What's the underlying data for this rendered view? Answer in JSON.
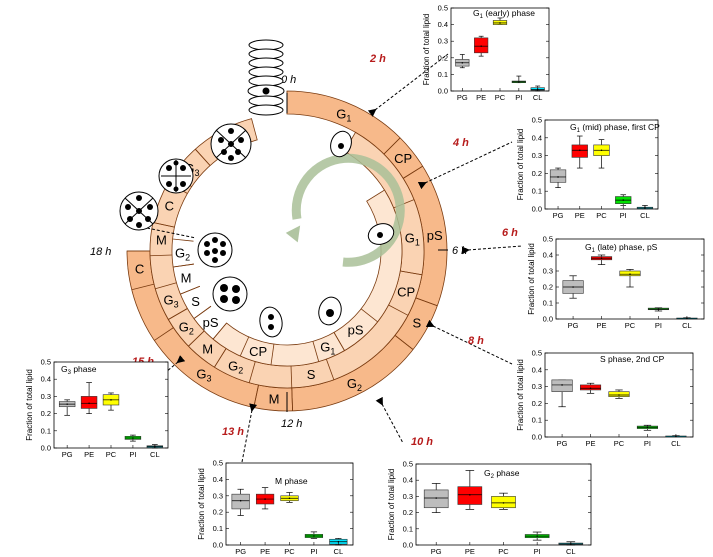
{
  "colors": {
    "outer_ring": "#f7b98a",
    "middle_ring": "#fad3b3",
    "inner_ring": "#fde6d2",
    "ring_stroke": "#7a3b10",
    "arrow": "#a9bf98",
    "time_label": "#b71c1c",
    "PG": "#bdbdbd",
    "PE": "#ff0000",
    "PC": "#ffff00",
    "PI": "#00e000",
    "CL": "#00e5ff"
  },
  "cycle_labels": {
    "t0": "0 h",
    "t6": "6 h",
    "t12": "12 h",
    "t18": "18 h"
  },
  "outer_ring": [
    "G1",
    "CP",
    "pS",
    "S",
    "G2",
    "M",
    "G3",
    "C"
  ],
  "middle_ring": [
    "C",
    "G3",
    "G1",
    "CP",
    "S",
    "G2",
    "M",
    "G2",
    "G3",
    "M",
    "C"
  ],
  "inner_ring": [
    "G1",
    "pS",
    "CP",
    "pS",
    "S",
    "M",
    "G2"
  ],
  "arrow_times": [
    "2 h",
    "4 h",
    "6 h",
    "8 h",
    "10 h",
    "13 h",
    "15 h"
  ],
  "chart_data": [
    {
      "type": "box",
      "title": "G1 (early) phase",
      "categories": [
        "PG",
        "PE",
        "PC",
        "PI",
        "CL"
      ],
      "ylabel": "Fraction of total lipid",
      "ylim": [
        0,
        0.5
      ],
      "yticks": [
        0.0,
        0.1,
        0.2,
        0.3,
        0.4,
        0.5
      ],
      "boxes": [
        {
          "min": 0.14,
          "q1": 0.15,
          "median": 0.17,
          "q3": 0.19,
          "max": 0.22
        },
        {
          "min": 0.21,
          "q1": 0.23,
          "median": 0.27,
          "q3": 0.32,
          "max": 0.33
        },
        {
          "min": 0.4,
          "q1": 0.4,
          "median": 0.41,
          "q3": 0.425,
          "max": 0.44
        },
        {
          "min": 0.05,
          "q1": 0.05,
          "median": 0.055,
          "q3": 0.06,
          "max": 0.09
        },
        {
          "min": 0.0,
          "q1": 0.005,
          "median": 0.01,
          "q3": 0.02,
          "max": 0.03
        }
      ]
    },
    {
      "type": "box",
      "title": "G1 (mid) phase, first CP",
      "categories": [
        "PG",
        "PE",
        "PC",
        "PI",
        "CL"
      ],
      "ylabel": "Fraction of total lipid",
      "ylim": [
        0,
        0.5
      ],
      "yticks": [
        0.0,
        0.1,
        0.2,
        0.3,
        0.4,
        0.5
      ],
      "boxes": [
        {
          "min": 0.12,
          "q1": 0.15,
          "median": 0.18,
          "q3": 0.22,
          "max": 0.23
        },
        {
          "min": 0.23,
          "q1": 0.29,
          "median": 0.33,
          "q3": 0.36,
          "max": 0.41
        },
        {
          "min": 0.23,
          "q1": 0.3,
          "median": 0.33,
          "q3": 0.36,
          "max": 0.39
        },
        {
          "min": 0.02,
          "q1": 0.03,
          "median": 0.05,
          "q3": 0.07,
          "max": 0.08
        },
        {
          "min": 0.0,
          "q1": 0.0,
          "median": 0.005,
          "q3": 0.01,
          "max": 0.02
        }
      ]
    },
    {
      "type": "box",
      "title": "G1 (late) phase, pS",
      "categories": [
        "PG",
        "PE",
        "PC",
        "PI",
        "CL"
      ],
      "ylabel": "Fraction of total lipid",
      "ylim": [
        0,
        0.5
      ],
      "yticks": [
        0.0,
        0.1,
        0.2,
        0.3,
        0.4,
        0.5
      ],
      "boxes": [
        {
          "min": 0.13,
          "q1": 0.16,
          "median": 0.2,
          "q3": 0.24,
          "max": 0.27
        },
        {
          "min": 0.34,
          "q1": 0.37,
          "median": 0.38,
          "q3": 0.39,
          "max": 0.4
        },
        {
          "min": 0.2,
          "q1": 0.27,
          "median": 0.28,
          "q3": 0.3,
          "max": 0.31
        },
        {
          "min": 0.05,
          "q1": 0.058,
          "median": 0.062,
          "q3": 0.068,
          "max": 0.07
        },
        {
          "min": 0.0,
          "q1": 0.002,
          "median": 0.004,
          "q3": 0.006,
          "max": 0.008
        }
      ]
    },
    {
      "type": "box",
      "title": "S phase, 2nd CP",
      "categories": [
        "PG",
        "PE",
        "PC",
        "PI",
        "CL"
      ],
      "ylabel": "Fraction of total lipid",
      "ylim": [
        0,
        0.5
      ],
      "yticks": [
        0.0,
        0.1,
        0.2,
        0.3,
        0.4,
        0.5
      ],
      "boxes": [
        {
          "min": 0.18,
          "q1": 0.27,
          "median": 0.31,
          "q3": 0.34,
          "max": 0.34
        },
        {
          "min": 0.26,
          "q1": 0.28,
          "median": 0.29,
          "q3": 0.31,
          "max": 0.32
        },
        {
          "min": 0.23,
          "q1": 0.24,
          "median": 0.25,
          "q3": 0.27,
          "max": 0.28
        },
        {
          "min": 0.04,
          "q1": 0.05,
          "median": 0.058,
          "q3": 0.065,
          "max": 0.07
        },
        {
          "min": 0.0,
          "q1": 0.002,
          "median": 0.004,
          "q3": 0.006,
          "max": 0.008
        }
      ]
    },
    {
      "type": "box",
      "title": "G2 phase",
      "categories": [
        "PG",
        "PE",
        "PC",
        "PI",
        "CL"
      ],
      "ylabel": "Fraction of total lipid",
      "ylim": [
        0,
        0.5
      ],
      "yticks": [
        0.0,
        0.1,
        0.2,
        0.3,
        0.4,
        0.5
      ],
      "boxes": [
        {
          "min": 0.2,
          "q1": 0.23,
          "median": 0.29,
          "q3": 0.34,
          "max": 0.38
        },
        {
          "min": 0.22,
          "q1": 0.25,
          "median": 0.31,
          "q3": 0.36,
          "max": 0.46
        },
        {
          "min": 0.22,
          "q1": 0.23,
          "median": 0.26,
          "q3": 0.3,
          "max": 0.32
        },
        {
          "min": 0.03,
          "q1": 0.045,
          "median": 0.055,
          "q3": 0.065,
          "max": 0.08
        },
        {
          "min": 0.0,
          "q1": 0.003,
          "median": 0.006,
          "q3": 0.012,
          "max": 0.02
        }
      ]
    },
    {
      "type": "box",
      "title": "M phase",
      "categories": [
        "PG",
        "PE",
        "PC",
        "PI",
        "CL"
      ],
      "ylabel": "Fraction of total lipid",
      "ylim": [
        0,
        0.5
      ],
      "yticks": [
        0.0,
        0.1,
        0.2,
        0.3,
        0.4,
        0.5
      ],
      "boxes": [
        {
          "min": 0.18,
          "q1": 0.22,
          "median": 0.27,
          "q3": 0.31,
          "max": 0.34
        },
        {
          "min": 0.22,
          "q1": 0.25,
          "median": 0.28,
          "q3": 0.31,
          "max": 0.35
        },
        {
          "min": 0.26,
          "q1": 0.27,
          "median": 0.285,
          "q3": 0.3,
          "max": 0.32
        },
        {
          "min": 0.04,
          "q1": 0.045,
          "median": 0.055,
          "q3": 0.065,
          "max": 0.08
        },
        {
          "min": 0.0,
          "q1": 0.005,
          "median": 0.02,
          "q3": 0.035,
          "max": 0.04
        }
      ]
    },
    {
      "type": "box",
      "title": "G3 phase",
      "categories": [
        "PG",
        "PE",
        "PC",
        "PI",
        "CL"
      ],
      "ylabel": "Fraction of total lipid",
      "ylim": [
        0,
        0.5
      ],
      "yticks": [
        0.0,
        0.1,
        0.2,
        0.3,
        0.4,
        0.5
      ],
      "boxes": [
        {
          "min": 0.19,
          "q1": 0.24,
          "median": 0.255,
          "q3": 0.27,
          "max": 0.28
        },
        {
          "min": 0.2,
          "q1": 0.23,
          "median": 0.26,
          "q3": 0.3,
          "max": 0.38
        },
        {
          "min": 0.22,
          "q1": 0.25,
          "median": 0.28,
          "q3": 0.31,
          "max": 0.32
        },
        {
          "min": 0.04,
          "q1": 0.05,
          "median": 0.058,
          "q3": 0.068,
          "max": 0.075
        },
        {
          "min": 0.0,
          "q1": 0.003,
          "median": 0.008,
          "q3": 0.013,
          "max": 0.02
        }
      ]
    }
  ]
}
